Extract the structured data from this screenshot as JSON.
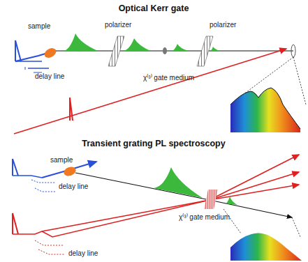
{
  "diagram": {
    "labels": [
      "Optical Kerr gate",
      "sample",
      "polarizer",
      "polarizer",
      "delay line",
      "χ⁽³⁾ gate medium",
      "Transient grating PL spectroscopy",
      "sample",
      "delay line",
      "delay line",
      "χ⁽³⁾ gate medium"
    ]
  }
}
